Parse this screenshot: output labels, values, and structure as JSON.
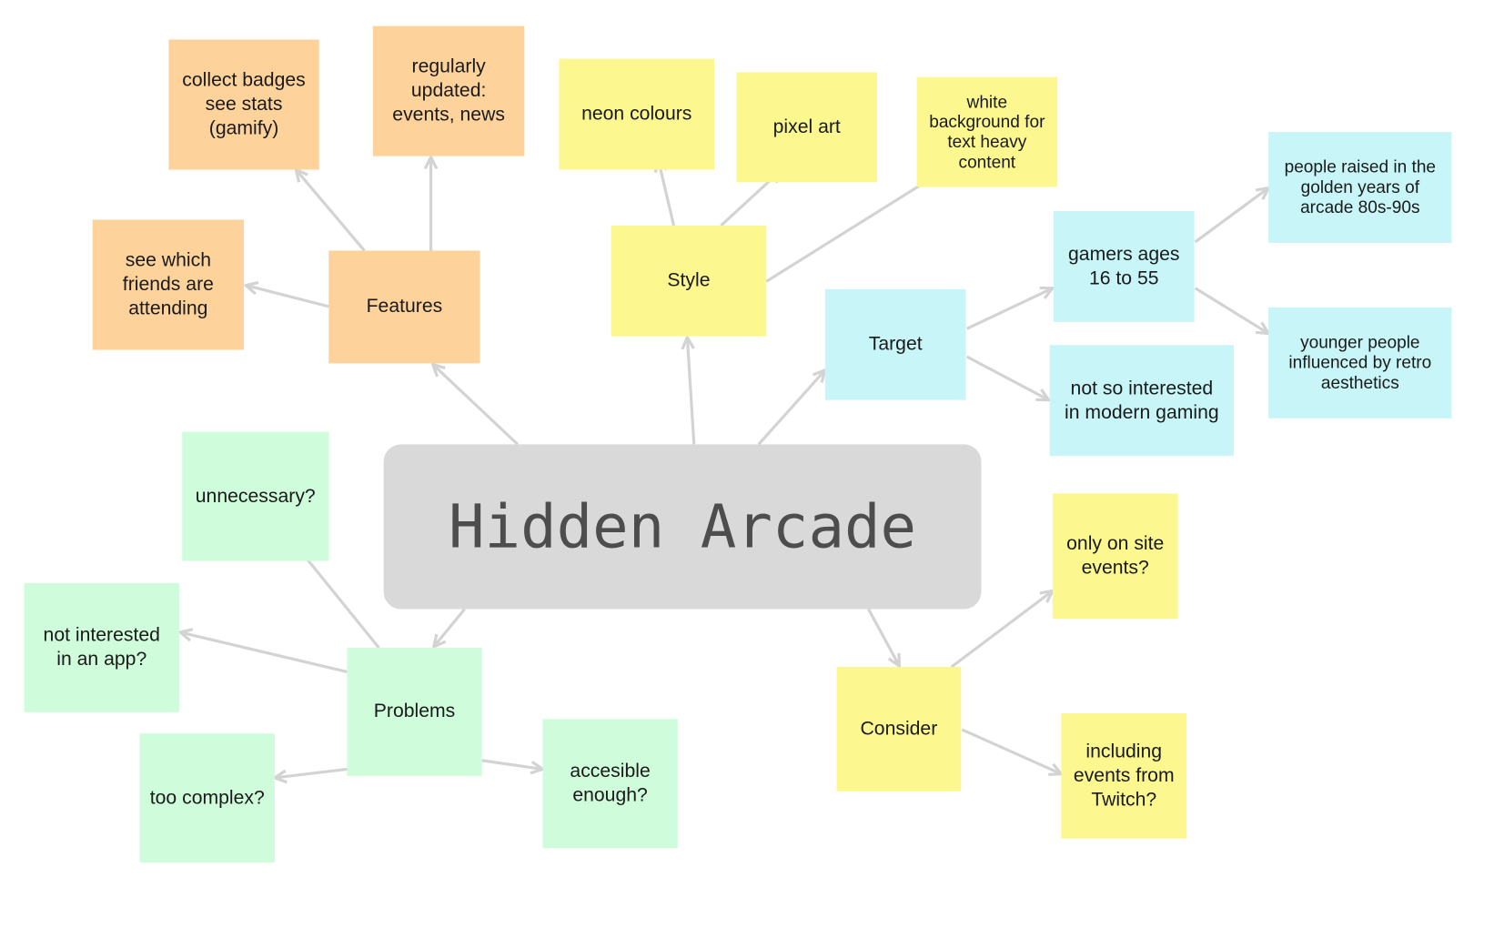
{
  "title": "Hidden Arcade",
  "features": {
    "label": "Features",
    "items": [
      "collect badges\nsee stats\n(gamify)",
      "regularly\nupdated:\nevents, news",
      "see which\nfriends are\nattending"
    ]
  },
  "style": {
    "label": "Style",
    "items": [
      "neon colours",
      "pixel art",
      "white\nbackground for\ntext heavy\ncontent"
    ]
  },
  "target": {
    "label": "Target",
    "items": [
      "gamers ages\n16 to 55",
      "not so interested\nin modern gaming"
    ],
    "sub_items": [
      "people raised in the\ngolden years of\narcade 80s-90s",
      "younger people\ninfluenced by retro\naesthetics"
    ]
  },
  "problems": {
    "label": "Problems",
    "items": [
      "unnecessary?",
      "not interested\nin an app?",
      "too complex?",
      "accesible\nenough?"
    ]
  },
  "consider": {
    "label": "Consider",
    "items": [
      "only on site\nevents?",
      "including\nevents from\nTwitch?"
    ]
  },
  "colors": {
    "features": "#FDD39B",
    "style": "#FCF78F",
    "target": "#C8F5F8",
    "problems": "#CFFDDB",
    "center": "#D9D9D9",
    "connector": "#D3D3D3"
  }
}
